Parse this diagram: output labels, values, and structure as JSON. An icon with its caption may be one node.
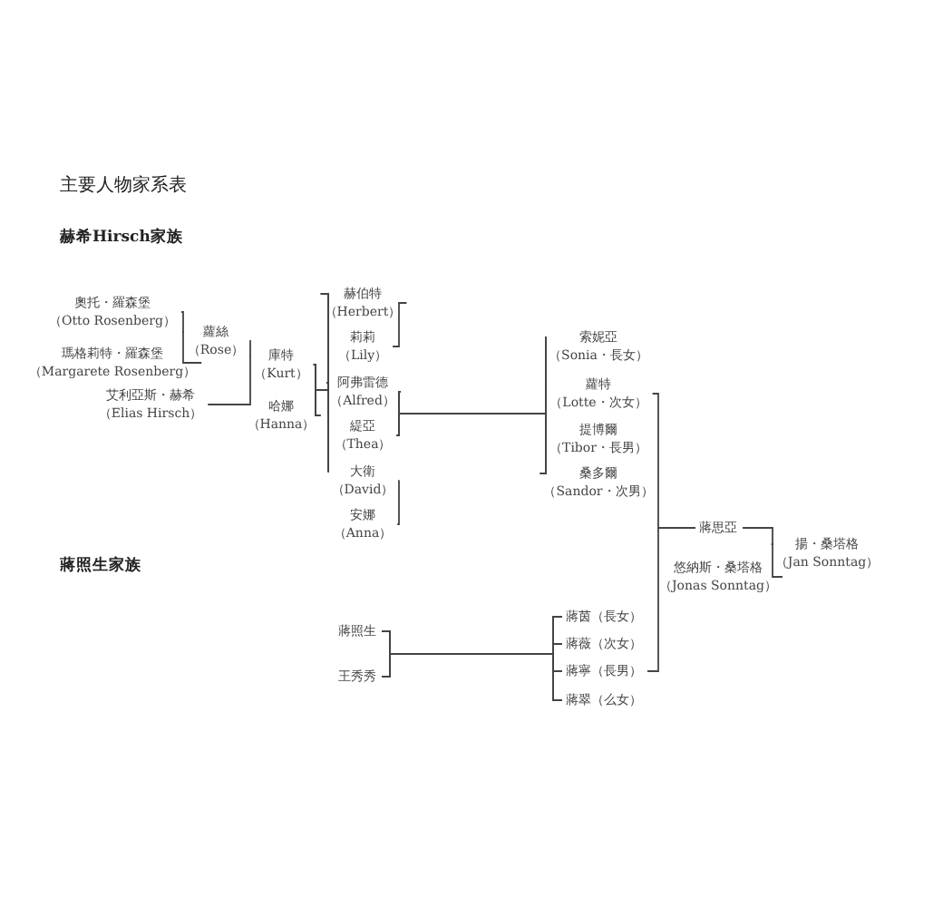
{
  "diagram": {
    "title": "主要人物家系表",
    "nodes": [
      {
        "text": [
          "奧托・羅森堡",
          "（Otto Rosenberg）"
        ]
      },
      {
        "text": [
          "瑪格莉特・羅森堡",
          "（Margarete Rosenberg）"
        ]
      },
      {
        "text": [
          "蘿絲",
          "（Rose）"
        ]
      },
      {
        "text": [
          "艾利亞斯・赫希",
          "（Elias Hirsch）"
        ]
      },
      {
        "text": [
          "庫特",
          "（Kurt）"
        ]
      },
      {
        "text": [
          "哈娜",
          "（Hanna）"
        ]
      },
      {
        "text": [
          "赫伯特",
          "（Herbert）"
        ]
      },
      {
        "text": [
          "莉莉",
          "（Lily）"
        ]
      },
      {
        "text": [
          "阿弗雷德",
          "（Alfred）"
        ]
      },
      {
        "text": [
          "緹亞",
          "（Thea）"
        ]
      },
      {
        "text": [
          "大衛",
          "（David）"
        ]
      },
      {
        "text": [
          "安娜",
          "（Anna）"
        ]
      },
      {
        "text": [
          "索妮亞",
          "（Sonia・長女）"
        ]
      },
      {
        "text": [
          "蘿特",
          "（Lotte・次女）"
        ]
      },
      {
        "text": [
          "提博爾",
          "（Tibor・長男）"
        ]
      },
      {
        "text": [
          "桑多爾",
          "（Sandor・次男）"
        ]
      },
      {
        "text": [
          "蔣思亞"
        ]
      },
      {
        "text": [
          "悠納斯・桑塔格",
          "（Jonas Sonntag）"
        ]
      },
      {
        "text": [
          "揚・桑塔格",
          "（Jan Sonntag）"
        ]
      },
      {
        "text": [
          "蔣照生"
        ]
      },
      {
        "text": [
          "王秀秀"
        ]
      },
      {
        "text": [
          "蔣茵（長女）"
        ]
      },
      {
        "text": [
          "蔣薇（次女）"
        ]
      },
      {
        "text": [
          "蔣寧（長男）"
        ]
      },
      {
        "text": [
          "蔣翠（么女）"
        ]
      }
    ],
    "edges": [
      {
        "from": 0,
        "to": 2,
        "arrow": "none"
      },
      {
        "from": 1,
        "to": 2,
        "arrow": "none"
      },
      {
        "from": 2,
        "to": 4,
        "arrow": "none"
      },
      {
        "from": 3,
        "to": 4,
        "arrow": "none"
      },
      {
        "from": 4,
        "to": 6,
        "arrow": "none"
      },
      {
        "from": 4,
        "to": 8,
        "arrow": "none"
      },
      {
        "from": 4,
        "to": 10,
        "arrow": "none"
      },
      {
        "from": 5,
        "to": 6,
        "arrow": "none"
      },
      {
        "from": 5,
        "to": 8,
        "arrow": "none"
      },
      {
        "from": 5,
        "to": 10,
        "arrow": "none"
      },
      {
        "from": 6,
        "to": 7,
        "arrow": "none"
      },
      {
        "from": 8,
        "to": 12,
        "arrow": "none"
      },
      {
        "from": 8,
        "to": 13,
        "arrow": "none"
      },
      {
        "from": 8,
        "to": 14,
        "arrow": "none"
      },
      {
        "from": 8,
        "to": 15,
        "arrow": "none"
      },
      {
        "from": 9,
        "to": 12,
        "arrow": "none"
      },
      {
        "from": 9,
        "to": 13,
        "arrow": "none"
      },
      {
        "from": 9,
        "to": 14,
        "arrow": "none"
      },
      {
        "from": 9,
        "to": 15,
        "arrow": "none"
      },
      {
        "from": 10,
        "to": 11,
        "arrow": "none"
      },
      {
        "from": 13,
        "to": 16,
        "arrow": "none"
      },
      {
        "from": 23,
        "to": 16,
        "arrow": "none"
      },
      {
        "from": 16,
        "to": 18,
        "arrow": "none"
      },
      {
        "from": 17,
        "to": 18,
        "arrow": "none"
      },
      {
        "from": 19,
        "to": 21,
        "arrow": "none"
      },
      {
        "from": 19,
        "to": 22,
        "arrow": "none"
      },
      {
        "from": 19,
        "to": 23,
        "arrow": "none"
      },
      {
        "from": 19,
        "to": 24,
        "arrow": "none"
      },
      {
        "from": 20,
        "to": 21,
        "arrow": "none"
      },
      {
        "from": 20,
        "to": 22,
        "arrow": "none"
      },
      {
        "from": 20,
        "to": 23,
        "arrow": "none"
      },
      {
        "from": 20,
        "to": 24,
        "arrow": "none"
      }
    ],
    "labels": [
      "赫希Hirsch家族",
      "蔣照生家族"
    ]
  }
}
